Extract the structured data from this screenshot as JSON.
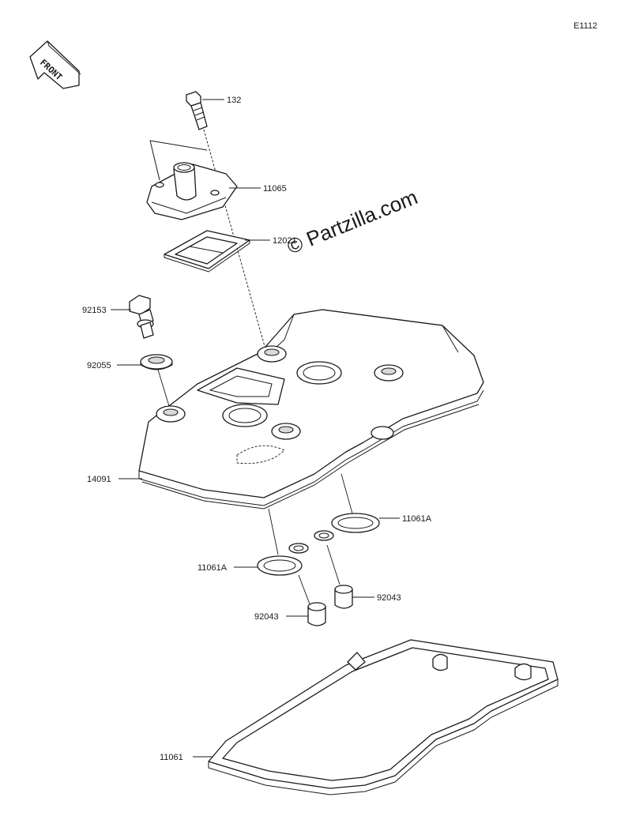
{
  "diagram_code": "E1112",
  "watermark": "© Partzilla.com",
  "front_label": "FRONT",
  "parts": [
    {
      "number": "132",
      "part": "bolt"
    },
    {
      "number": "11065",
      "part": "breather cover"
    },
    {
      "number": "12021",
      "part": "breather gasket"
    },
    {
      "number": "92153",
      "part": "bolt"
    },
    {
      "number": "92055",
      "part": "washer"
    },
    {
      "number": "14091",
      "part": "cylinder head cover"
    },
    {
      "number": "11061A",
      "part": "plug hole gasket"
    },
    {
      "number": "11061A",
      "part": "plug hole gasket"
    },
    {
      "number": "92043",
      "part": "pin"
    },
    {
      "number": "92043",
      "part": "pin"
    },
    {
      "number": "11061",
      "part": "head cover gasket"
    }
  ]
}
